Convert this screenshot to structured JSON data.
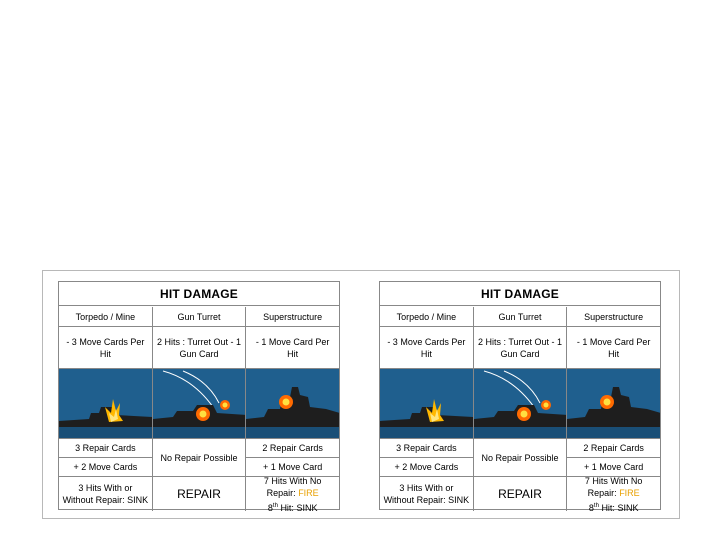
{
  "cards": [
    {
      "title": "HIT DAMAGE",
      "columns": [
        {
          "header": "Torpedo / Mine",
          "effect": "- 3 Move Cards Per Hit",
          "repair": "3 Repair Cards",
          "move": "+ 2 Move Cards",
          "final": "3 Hits With or Without Repair: SINK"
        },
        {
          "header": "Gun Turret",
          "effect": "2 Hits : Turret Out - 1 Gun Card",
          "repair_merged": "No Repair Possible",
          "final_big": "REPAIR"
        },
        {
          "header": "Superstructure",
          "effect": "- 1 Move Card Per Hit",
          "repair": "2 Repair Cards",
          "move": "+ 1 Move Card",
          "final_line1": "7 Hits With No Repair:",
          "final_fire": "FIRE",
          "final_ord": "8",
          "final_sup": "th",
          "final_line2": "Hit: SINK"
        }
      ]
    },
    {
      "title": "HIT DAMAGE",
      "columns": [
        {
          "header": "Torpedo / Mine",
          "effect": "- 3 Move Cards Per Hit",
          "repair": "3 Repair Cards",
          "move": "+ 2 Move Cards",
          "final": "3 Hits With or Without Repair: SINK"
        },
        {
          "header": "Gun Turret",
          "effect": "2 Hits : Turret Out - 1 Gun Card",
          "repair_merged": "No Repair Possible",
          "final_big": "REPAIR"
        },
        {
          "header": "Superstructure",
          "effect": "- 1 Move Card Per Hit",
          "repair": "2 Repair Cards",
          "move": "+ 1 Move Card",
          "final_line1": "7 Hits With No Repair:",
          "final_fire": "FIRE",
          "final_ord": "8",
          "final_sup": "th",
          "final_line2": "Hit: SINK"
        }
      ]
    }
  ],
  "colors": {
    "sea": "#1f5f8e",
    "ship": "#1e1e1e",
    "fire": "#e8a000",
    "explosion": "#ff6a00"
  }
}
